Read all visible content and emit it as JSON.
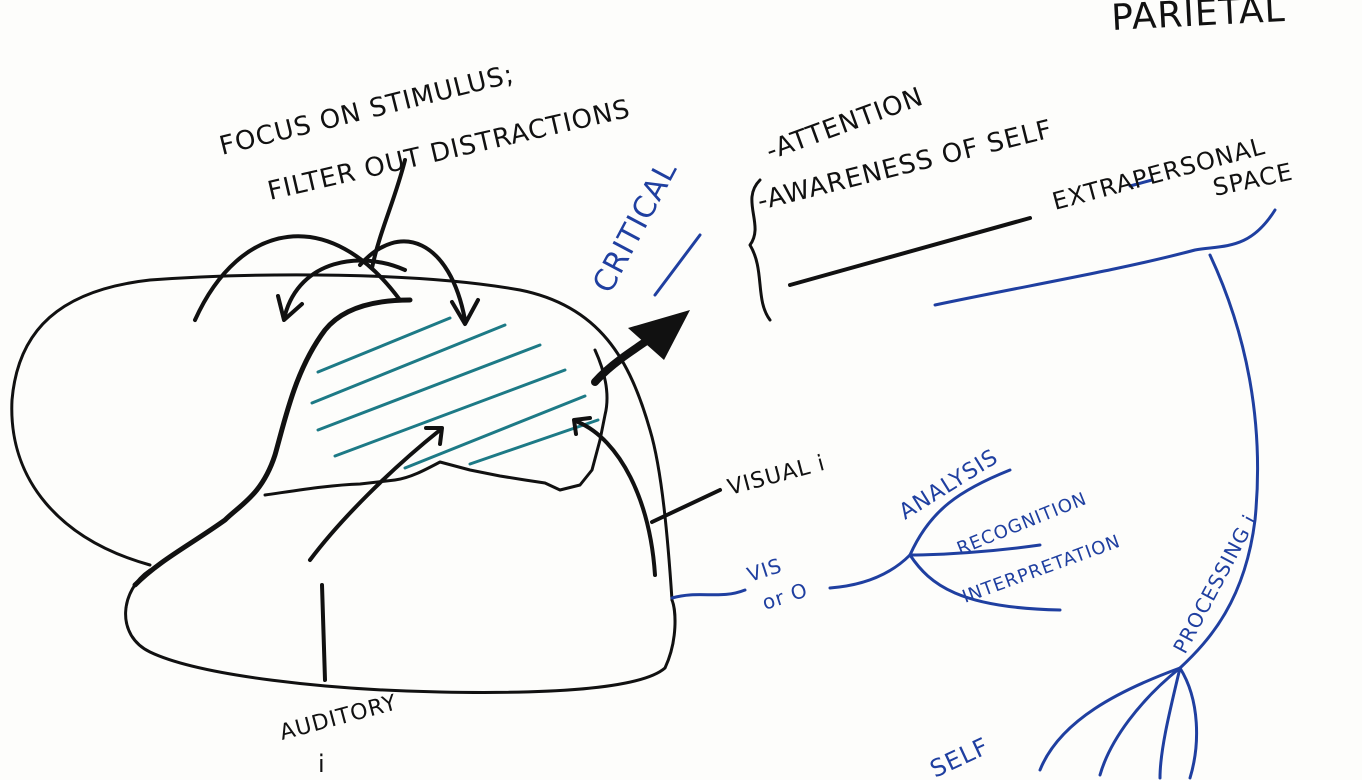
{
  "colors": {
    "paper": "#fdfdfb",
    "black_ink": "#111111",
    "blue_ink": "#1f3fa0",
    "teal_hatch": "#1d7a86"
  },
  "labels": {
    "corner": "PARIETAL",
    "focus_line1": "FOCUS ON STIMULUS;",
    "focus_line2": "FILTER OUT DISTRACTIONS",
    "critical": "CRITICAL",
    "attention": "-ATTENTION",
    "awareness": "-AWARENESS OF SELF",
    "extrapersonal_line1": "EXTRAPERSONAL",
    "extrapersonal_line2": "SPACE",
    "visual": "VISUAL i",
    "vis_line1": "VIS",
    "vis_line2": "or O",
    "analysis": "ANALYSIS",
    "recognition": "RECOGNITION",
    "interpretation": "INTERPRETATION",
    "processing": "PROCESSING i",
    "auditory_line1": "AUDITORY",
    "auditory_line2": "i",
    "self": "SELF"
  }
}
